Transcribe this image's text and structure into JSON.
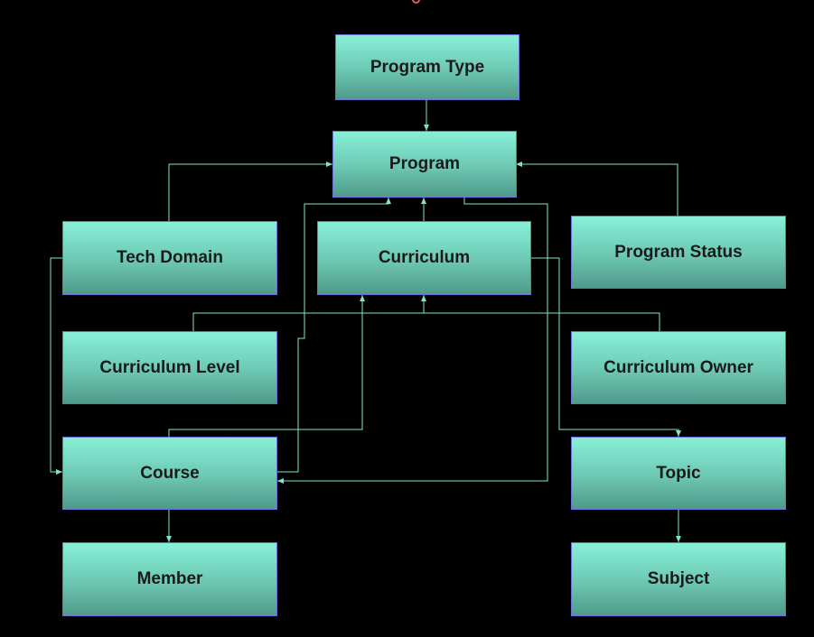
{
  "nodes": {
    "program_type": "Program Type",
    "program": "Program",
    "tech_domain": "Tech Domain",
    "curriculum": "Curriculum",
    "program_status": "Program Status",
    "curriculum_level": "Curriculum Level",
    "curriculum_owner": "Curriculum Owner",
    "course": "Course",
    "topic": "Topic",
    "member": "Member",
    "subject": "Subject"
  },
  "colors": {
    "background": "#000000",
    "node_border": "#6b6fd8",
    "connector": "#7fe3cf",
    "node_text": "#1a1a1a"
  }
}
